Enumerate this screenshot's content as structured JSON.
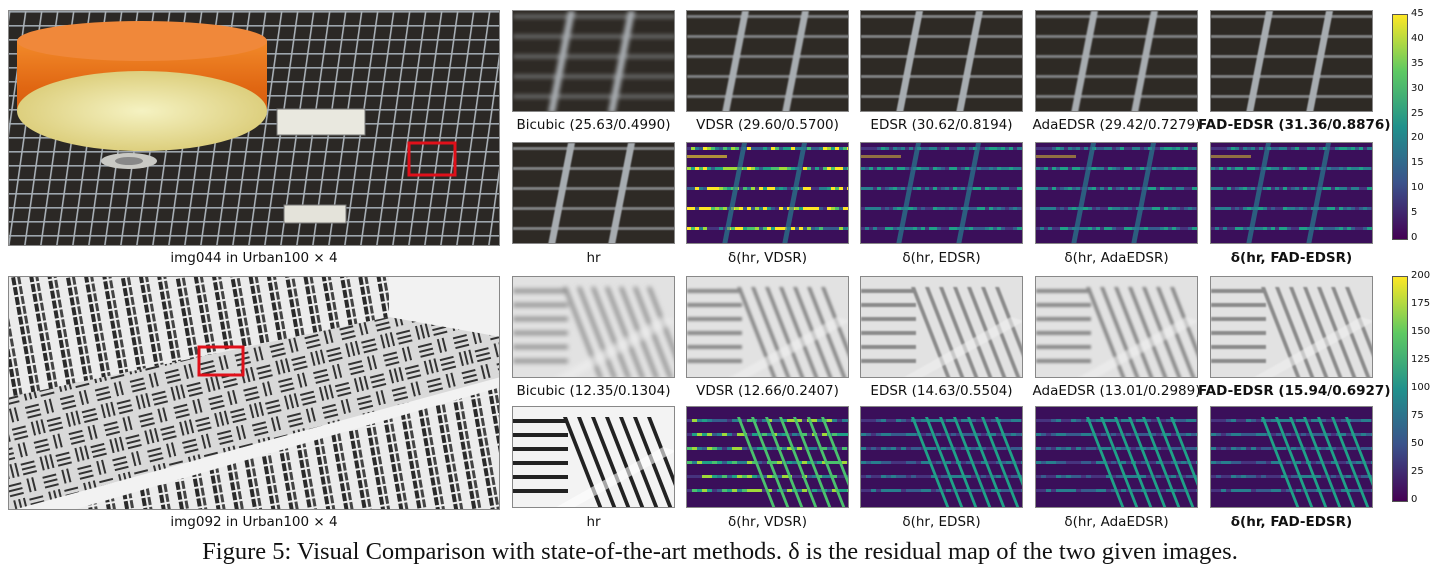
{
  "row1": {
    "main_caption": "img044 in Urban100 × 4",
    "top_captions": [
      "Bicubic (25.63/0.4990)",
      "VDSR (29.60/0.5700)",
      "EDSR (30.62/0.8194)",
      "AdaEDSR (29.42/0.7279)",
      "FAD-EDSR (31.36/0.8876)"
    ],
    "bottom_captions": [
      "hr",
      "δ(hr, VDSR)",
      "δ(hr, EDSR)",
      "δ(hr, AdaEDSR)",
      "δ(hr, FAD-EDSR)"
    ],
    "colorbar_ticks": [
      "45",
      "40",
      "35",
      "30",
      "25",
      "20",
      "15",
      "10",
      "5",
      "0"
    ]
  },
  "row2": {
    "main_caption": "img092 in Urban100 × 4",
    "top_captions": [
      "Bicubic (12.35/0.1304)",
      "VDSR (12.66/0.2407)",
      "EDSR (14.63/0.5504)",
      "AdaEDSR (13.01/0.2989)",
      "FAD-EDSR (15.94/0.6927)"
    ],
    "bottom_captions": [
      "hr",
      "δ(hr, VDSR)",
      "δ(hr, EDSR)",
      "δ(hr, AdaEDSR)",
      "δ(hr, FAD-EDSR)"
    ],
    "colorbar_ticks": [
      "200",
      "175",
      "150",
      "125",
      "100",
      "75",
      "50",
      "25",
      "0"
    ]
  },
  "figure_caption": "Figure 5: Visual Comparison with state-of-the-art methods. δ is the residual map of the two given images.",
  "colors": {
    "viridis_low": "#440154",
    "viridis_mid": "#21918c",
    "viridis_high": "#fde725",
    "lamp": "#e8741a",
    "highlight_box": "#e0101a"
  }
}
